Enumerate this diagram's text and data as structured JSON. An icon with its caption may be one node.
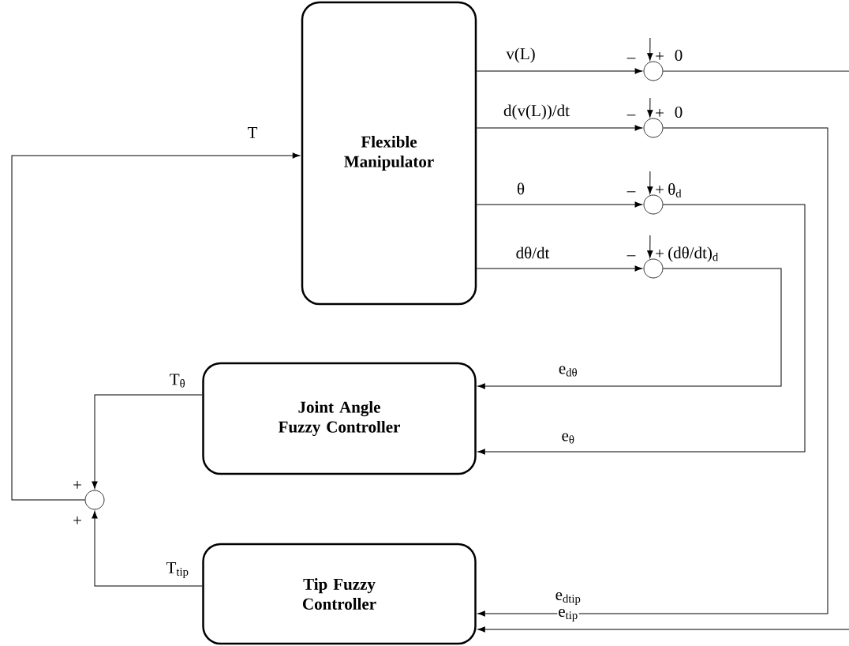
{
  "diagram": {
    "nodes": [
      {
        "text": [
          "Flexible Manipulator"
        ]
      },
      {
        "text": [
          "Joint Angle Fuzzy Controller"
        ]
      },
      {
        "text": [
          "Tip Fuzzy Controller"
        ]
      },
      {
        "text": [],
        "shape": "circle"
      },
      {
        "text": [],
        "shape": "circle"
      },
      {
        "text": [],
        "shape": "circle"
      },
      {
        "text": [],
        "shape": "circle"
      },
      {
        "text": [],
        "shape": "circle"
      }
    ],
    "edges": [
      {
        "from": 0,
        "to": 3,
        "arrow": "to",
        "label": "v(L)"
      },
      {
        "from": 0,
        "to": 4,
        "arrow": "to",
        "label": "d(v(L))/dt"
      },
      {
        "from": 0,
        "to": 5,
        "arrow": "to",
        "label": "θ"
      },
      {
        "from": 0,
        "to": 6,
        "arrow": "to",
        "label": "dθ/dt"
      },
      {
        "from": null,
        "to": 3,
        "arrow": "to"
      },
      {
        "from": null,
        "to": 4,
        "arrow": "to"
      },
      {
        "from": null,
        "to": 5,
        "arrow": "to"
      },
      {
        "from": null,
        "to": 6,
        "arrow": "to"
      },
      {
        "from": 3,
        "to": null,
        "arrow": "none"
      },
      {
        "from": 6,
        "to": 1,
        "arrow": "to",
        "label": "e$_{dθ}$"
      },
      {
        "from": 5,
        "to": 1,
        "arrow": "to",
        "label": "e$_{θ}$"
      },
      {
        "from": 4,
        "to": 2,
        "arrow": "to",
        "label": "e$_{dtip}$"
      },
      {
        "from": null,
        "to": 2,
        "arrow": "to",
        "label": "e$_{tip}$"
      },
      {
        "from": 1,
        "to": 7,
        "arrow": "to",
        "label": "T$_{θ}$"
      },
      {
        "from": 2,
        "to": 7,
        "arrow": "to",
        "label": "T$_{tip}$"
      },
      {
        "from": 7,
        "to": 0,
        "arrow": "to",
        "label": "T"
      }
    ],
    "labels": [
      "–",
      "+",
      "0",
      "–",
      "+",
      "0",
      "–",
      "+",
      "θ$_{d}$",
      "–",
      "+",
      "(dθ/dt)$_{d}$",
      "+",
      "+"
    ]
  }
}
